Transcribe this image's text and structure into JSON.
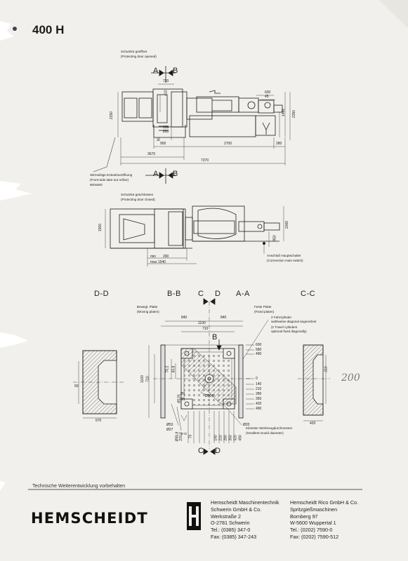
{
  "model": "400 H",
  "top_view": {
    "door_open_de": "Schutztür geöffnet",
    "door_open_en": "(Protecting door opened)",
    "section_aa_marker": "A",
    "section_bb_marker": "B",
    "dims": {
      "d720": "720",
      "d410": "410",
      "d600": "600",
      "d45": "45",
      "d2250": "2250",
      "d1460": "1460",
      "d2350": "2350",
      "d100": "100",
      "d850": "850",
      "d90": "90",
      "d900": "900",
      "d2700": "2700",
      "d280": "280",
      "d3670": "3670",
      "d7370": "7370"
    },
    "front_side_de": "Stirnseitige Entnahmeöffnung",
    "front_side_en": "(Front-side take-out orifice)",
    "front_side_size": "800x500"
  },
  "side_view": {
    "door_closed_de": "Schutztür geschlossen",
    "door_closed_en": "(Protecting door closed)",
    "dims": {
      "d1900": "1900",
      "d2000": "2000",
      "d950": "950",
      "min": "min",
      "d290": "290",
      "max": "max 1540"
    },
    "main_switch_de": "Anschluß Hauptschalter",
    "main_switch_en": "(Connection main switch)"
  },
  "sections": {
    "dd": "D-D",
    "bb": "B-B",
    "c": "C",
    "d": "D",
    "aa": "A-A",
    "cc": "C-C",
    "moving_platen_de": "Bewegl. Platte",
    "moving_platen_en": "(Moving platen)",
    "fixed_platen_de": "Feste Platte",
    "fixed_platen_en": "(Fixed platen)",
    "travel_cyl_de1": "2 Fahrzylinder",
    "travel_cyl_de2": "wahlweise diagonal angeordnet",
    "travel_cyl_en1": "(2 Travel cylinders",
    "travel_cyl_en2": "optional fixed diagonally)",
    "b_marker": "B",
    "min_mould_de": "Kleinster Werkzeugdurchmesser",
    "min_mould_en": "(Smallest mould diameter)",
    "handwritten": "200",
    "dims": {
      "d840a": "840",
      "d840b": "840",
      "d1100": "1100",
      "d710": "710",
      "d1100v": "1100",
      "d710v": "710",
      "d600r": "600",
      "d580r": "580",
      "d490r": "490",
      "d0": "0",
      "d140": "140",
      "d210": "210",
      "d280": "280",
      "d350": "350",
      "d420": "420",
      "d490": "490",
      "phi500": "Ø500",
      "phi20": "Ø20",
      "phi53": "Ø53",
      "phi27": "Ø27",
      "phi125": "Ø125",
      "phi1": "Ø1",
      "phi1_2": "Ø1",
      "d50": "50",
      "d670": "670",
      "d420b": "420",
      "d210v": "210",
      "d76": "76,2",
      "d60": "60,8",
      "d558": "Ø55,8",
      "d2312": "231,2",
      "b0": "0",
      "b70": "70",
      "b140": "140",
      "b210": "210",
      "b280": "280",
      "b350": "350",
      "b420": "420",
      "b490": "490",
      "b5": "5"
    }
  },
  "footer": {
    "note": "Technische Weiterentwicklung vorbehalten",
    "brand": "HEMSCHEIDT",
    "schwerin": [
      "Hemscheidt Maschinentechnik",
      "Schwerin GmbH & Co.",
      "Werkstraße 2",
      "O-2781 Schwerin",
      "Tel.: (0385) 347-0",
      "Fax: (0385) 347-243"
    ],
    "wuppertal": [
      "Hemscheidt Rico GmbH & Co.",
      "Spritzgießmaschinen",
      "Bornberg 97",
      "W-5600 Wuppertal 1",
      "Tel.: (0202) 7590-0",
      "Fax: (0202) 7590-512"
    ]
  },
  "colors": {
    "paper": "#f1f0ec",
    "ink": "#1b1b1b",
    "pencil": "#7a7a7a"
  }
}
